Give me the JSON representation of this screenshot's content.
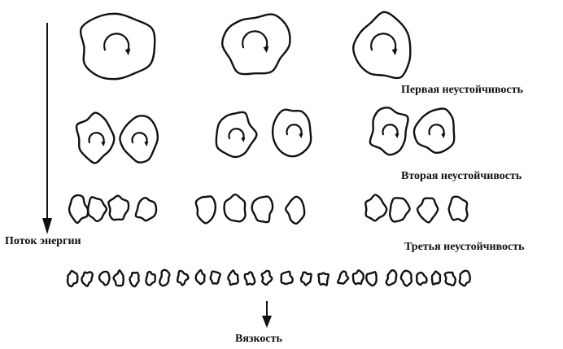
{
  "labels": {
    "first_instability": "Первая неустойчивость",
    "second_instability": "Вторая неустойчивость",
    "third_instability": "Третья неустойчивость",
    "energy_flow": "Поток энергии",
    "viscosity": "Вязкость"
  }
}
